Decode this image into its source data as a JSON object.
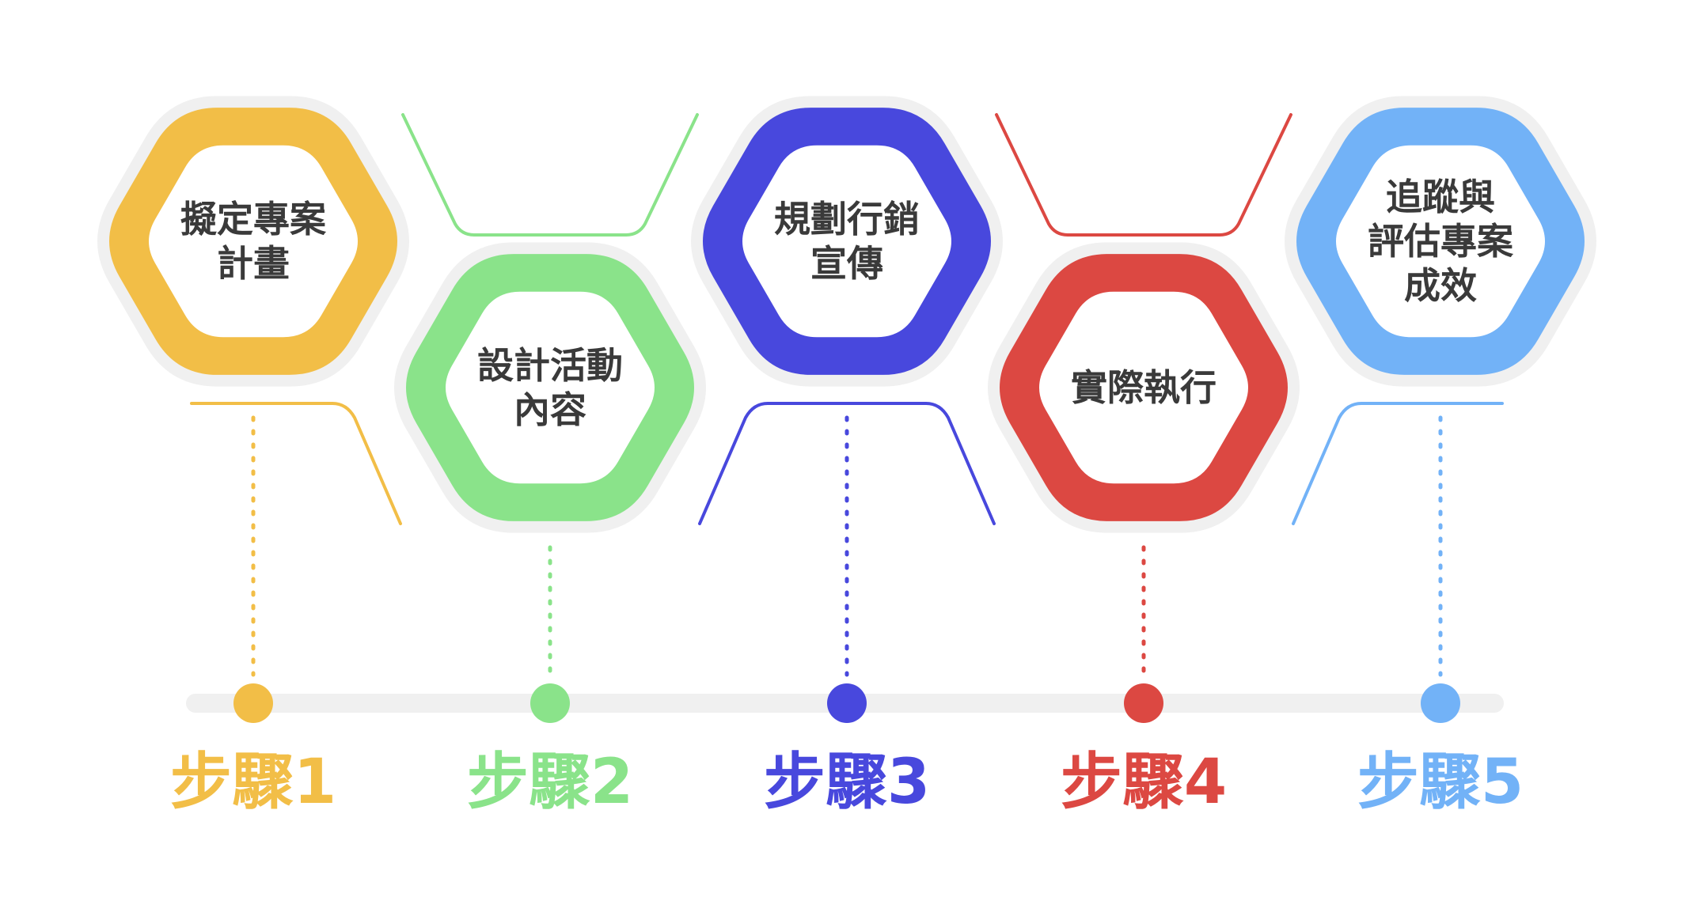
{
  "steps": [
    {
      "label": "步驟1",
      "lines": [
        "擬定專案",
        "計畫"
      ],
      "color": "#F2BE47"
    },
    {
      "label": "步驟2",
      "lines": [
        "設計活動",
        "內容"
      ],
      "color": "#8AE38A"
    },
    {
      "label": "步驟3",
      "lines": [
        "規劃行銷",
        "宣傳"
      ],
      "color": "#4848DD"
    },
    {
      "label": "步驟4",
      "lines": [
        "實際執行"
      ],
      "color": "#DC4842"
    },
    {
      "label": "步驟5",
      "lines": [
        "追蹤與",
        "評估專案",
        "成效"
      ],
      "color": "#72B2F7"
    }
  ],
  "timeline_color": "#F0F0F0",
  "halo_color": "#F0F0F0"
}
